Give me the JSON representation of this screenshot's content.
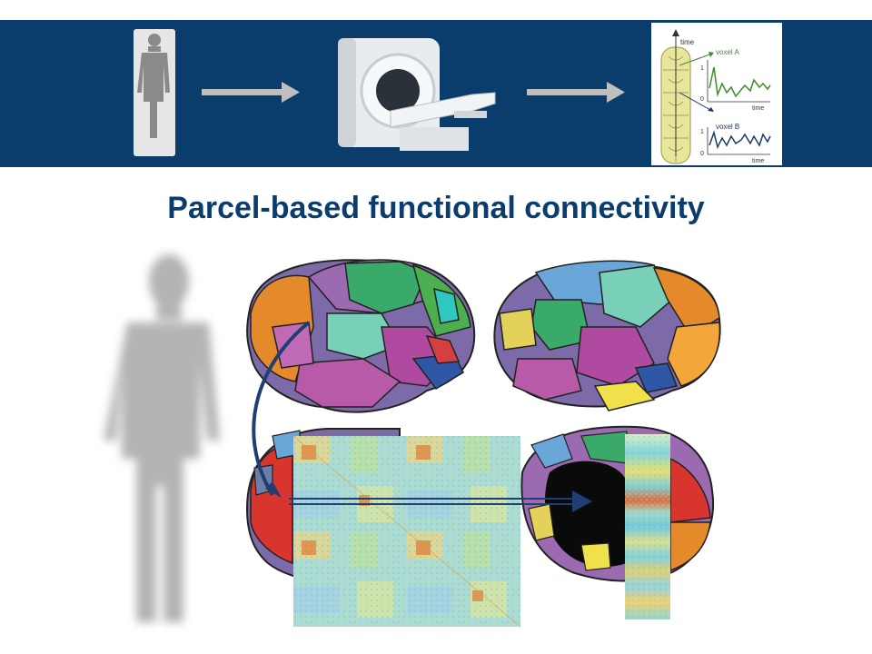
{
  "title": "Parcel-based functional connectivity",
  "inset": {
    "time_label_top": "time",
    "voxel_a_label": "voxel A",
    "voxel_b_label": "voxel B",
    "tick_one": "1",
    "tick_zero": "0",
    "time_label_a": "time",
    "time_label_b": "time"
  },
  "colors": {
    "banner": "#0a3d6b",
    "title": "#0a3d6b",
    "arrow": "#1f3f73",
    "voxel_a": "#3d8c2a",
    "voxel_b": "#1a3a66"
  }
}
